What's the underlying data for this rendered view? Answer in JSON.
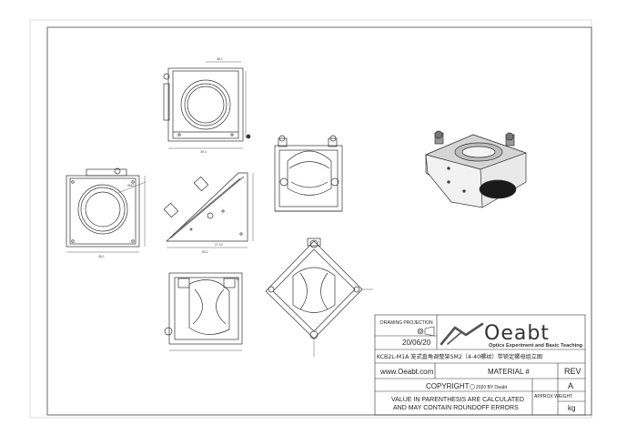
{
  "title_block": {
    "projection_label": "DRAWING PROJECTION",
    "date": "20/06/20",
    "part_title": "KCB2L-M1A 笼式直角调整架SM2（4-40螺纹）带锁定螺母组立图",
    "website": "www.Oeabt.com",
    "material_label": "MATERIAL #",
    "rev_label": "REV",
    "rev_value": "A",
    "copyright": "COPYRIGHT",
    "copyright_year": "2020 BY Oeabt",
    "approx_weight": "APPROX WEIGHT",
    "weight_unit": "kg",
    "note_line1": "VALUE IN PARENTHESIS ARE CALCULATED",
    "note_line2": "AND MAY CONTAIN ROUNDOFF ERRORS"
  },
  "logo": {
    "name": "Oeabt",
    "tagline": "Optics Experiment and Basic Teaching"
  }
}
